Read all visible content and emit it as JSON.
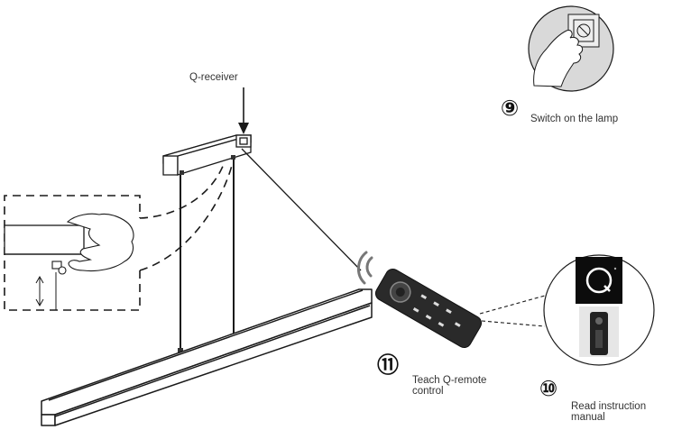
{
  "receiver": {
    "label": "Q-receiver"
  },
  "steps": [
    {
      "number": "⑨",
      "text": "Switch on the lamp"
    },
    {
      "number": "⑩",
      "text_lines": [
        "Read instruction",
        "manual"
      ]
    },
    {
      "number": "⑪",
      "text_lines": [
        "Teach Q-remote",
        "control"
      ]
    }
  ],
  "manual": {
    "logo_letter": "Q"
  },
  "colors": {
    "line": "#1a1a1a",
    "dark_panel": "#0c0c0c",
    "remote": "#2a2a2a"
  }
}
